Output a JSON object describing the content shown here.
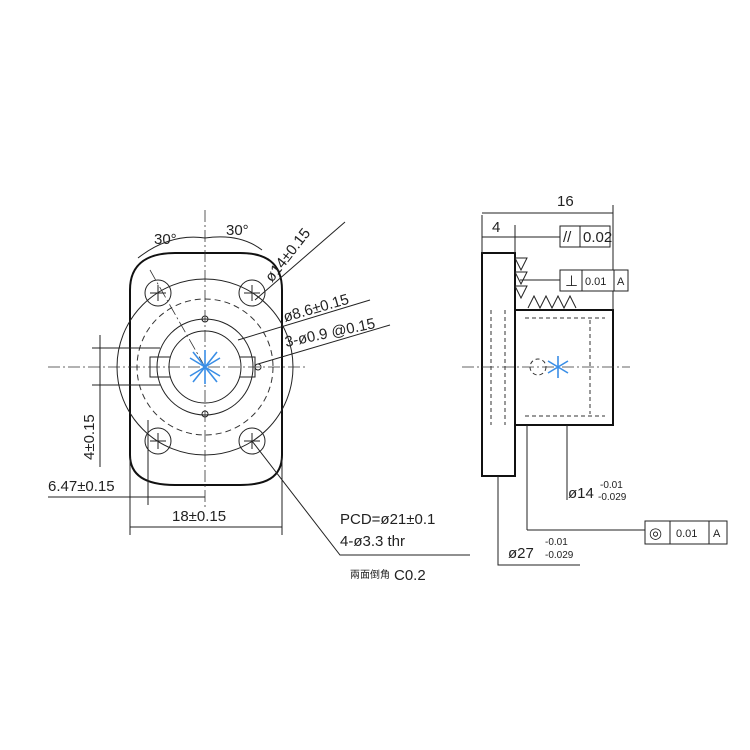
{
  "front_view": {
    "angle_left": "30°",
    "angle_right": "30°",
    "dia_outer": "ø14±0.15",
    "dia_inner": "ø8.6±0.15",
    "holes_small": "3-ø0.9 @0.15",
    "height_4": "4±0.15",
    "offset_647": "6.47±0.15",
    "width_18": "18±0.15",
    "pcd": "PCD=ø21±0.1",
    "mount_holes": "4-ø3.3 thr",
    "chamfer_note_cjk": "兩面倒角",
    "chamfer_note_val": "C0.2"
  },
  "side_view": {
    "length_16": "16",
    "length_4": "4",
    "tol_parallel_sym": "//",
    "tol_parallel_val": "0.02",
    "tol_perp_sym": "⊥",
    "tol_perp_val": "0.01",
    "tol_perp_ref": "A",
    "dia_14": "ø14",
    "dia_14_upper": "-0.01",
    "dia_14_lower": "-0.029",
    "dia_27": "ø27",
    "dia_27_upper": "-0.01",
    "dia_27_lower": "-0.029",
    "tol_conc_sym": "◎",
    "tol_conc_val": "0.01",
    "tol_conc_ref": "A"
  },
  "colors": {
    "line": "#222222",
    "mark_blue": "#3a8ee6"
  }
}
